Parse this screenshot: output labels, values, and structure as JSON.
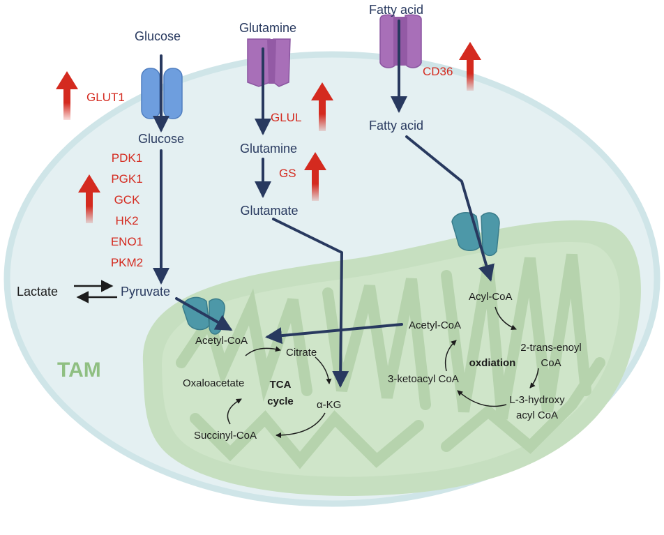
{
  "colors": {
    "cell_fill": "#e4f0f2",
    "cell_stroke": "#cfe5e8",
    "mito_outer": "#c6dfc0",
    "mito_inner": "#cfe5c9",
    "mito_cristae": "#b6d3ad",
    "navy": "#28395f",
    "red": "#d42a1f",
    "glut": "#6e9ede",
    "purple": "#a86fb8",
    "teal": "#4d98a8",
    "tam": "#8fbf82",
    "black": "#1c1c1c"
  },
  "labels": {
    "glucose_out": "Glucose",
    "glucose_in": "Glucose",
    "glut1": "GLUT1",
    "glutamine_out": "Glutamine",
    "glul": "GLUL",
    "glutamine_in": "Glutamine",
    "gs": "GS",
    "glutamate": "Glutamate",
    "fatty_acid_out": "Fatty acid",
    "cd36": "CD36",
    "fatty_acid_in": "Fatty acid",
    "glycolysis_enzymes": [
      "PDK1",
      "PGK1",
      "GCK",
      "HK2",
      "ENO1",
      "PKM2"
    ],
    "lactate": "Lactate",
    "pyruvate": "Pyruvate",
    "tam": "TAM",
    "tca": {
      "acetyl_coa": "Acetyl-CoA",
      "citrate": "Citrate",
      "akg": "α-KG",
      "succinyl_coa": "Succinyl-CoA",
      "oxaloacetate": "Oxaloacetate",
      "center_line1": "TCA",
      "center_line2": "cycle"
    },
    "fao": {
      "acyl_coa": "Acyl-CoA",
      "acetyl_coa": "Acetyl-CoA",
      "trans_enoyl_line1": "2-trans-enoyl",
      "trans_enoyl_line2": "CoA",
      "hydroxy_line1": "L-3-hydroxy",
      "hydroxy_line2": "acyl CoA",
      "ketoacyl": "3-ketoacyl CoA",
      "center": "oxdiation"
    }
  },
  "icons": {
    "glucose_transporter": "glut1-transporter-icon",
    "glutamine_transporter": "glutamine-transporter-icon",
    "fatty_acid_transporter": "cd36-transporter-icon",
    "mito_transporter_1": "mitochondrial-transporter-icon",
    "mito_transporter_2": "mitochondrial-transporter-icon",
    "upregulation_arrow": "red-up-arrow-icon"
  }
}
